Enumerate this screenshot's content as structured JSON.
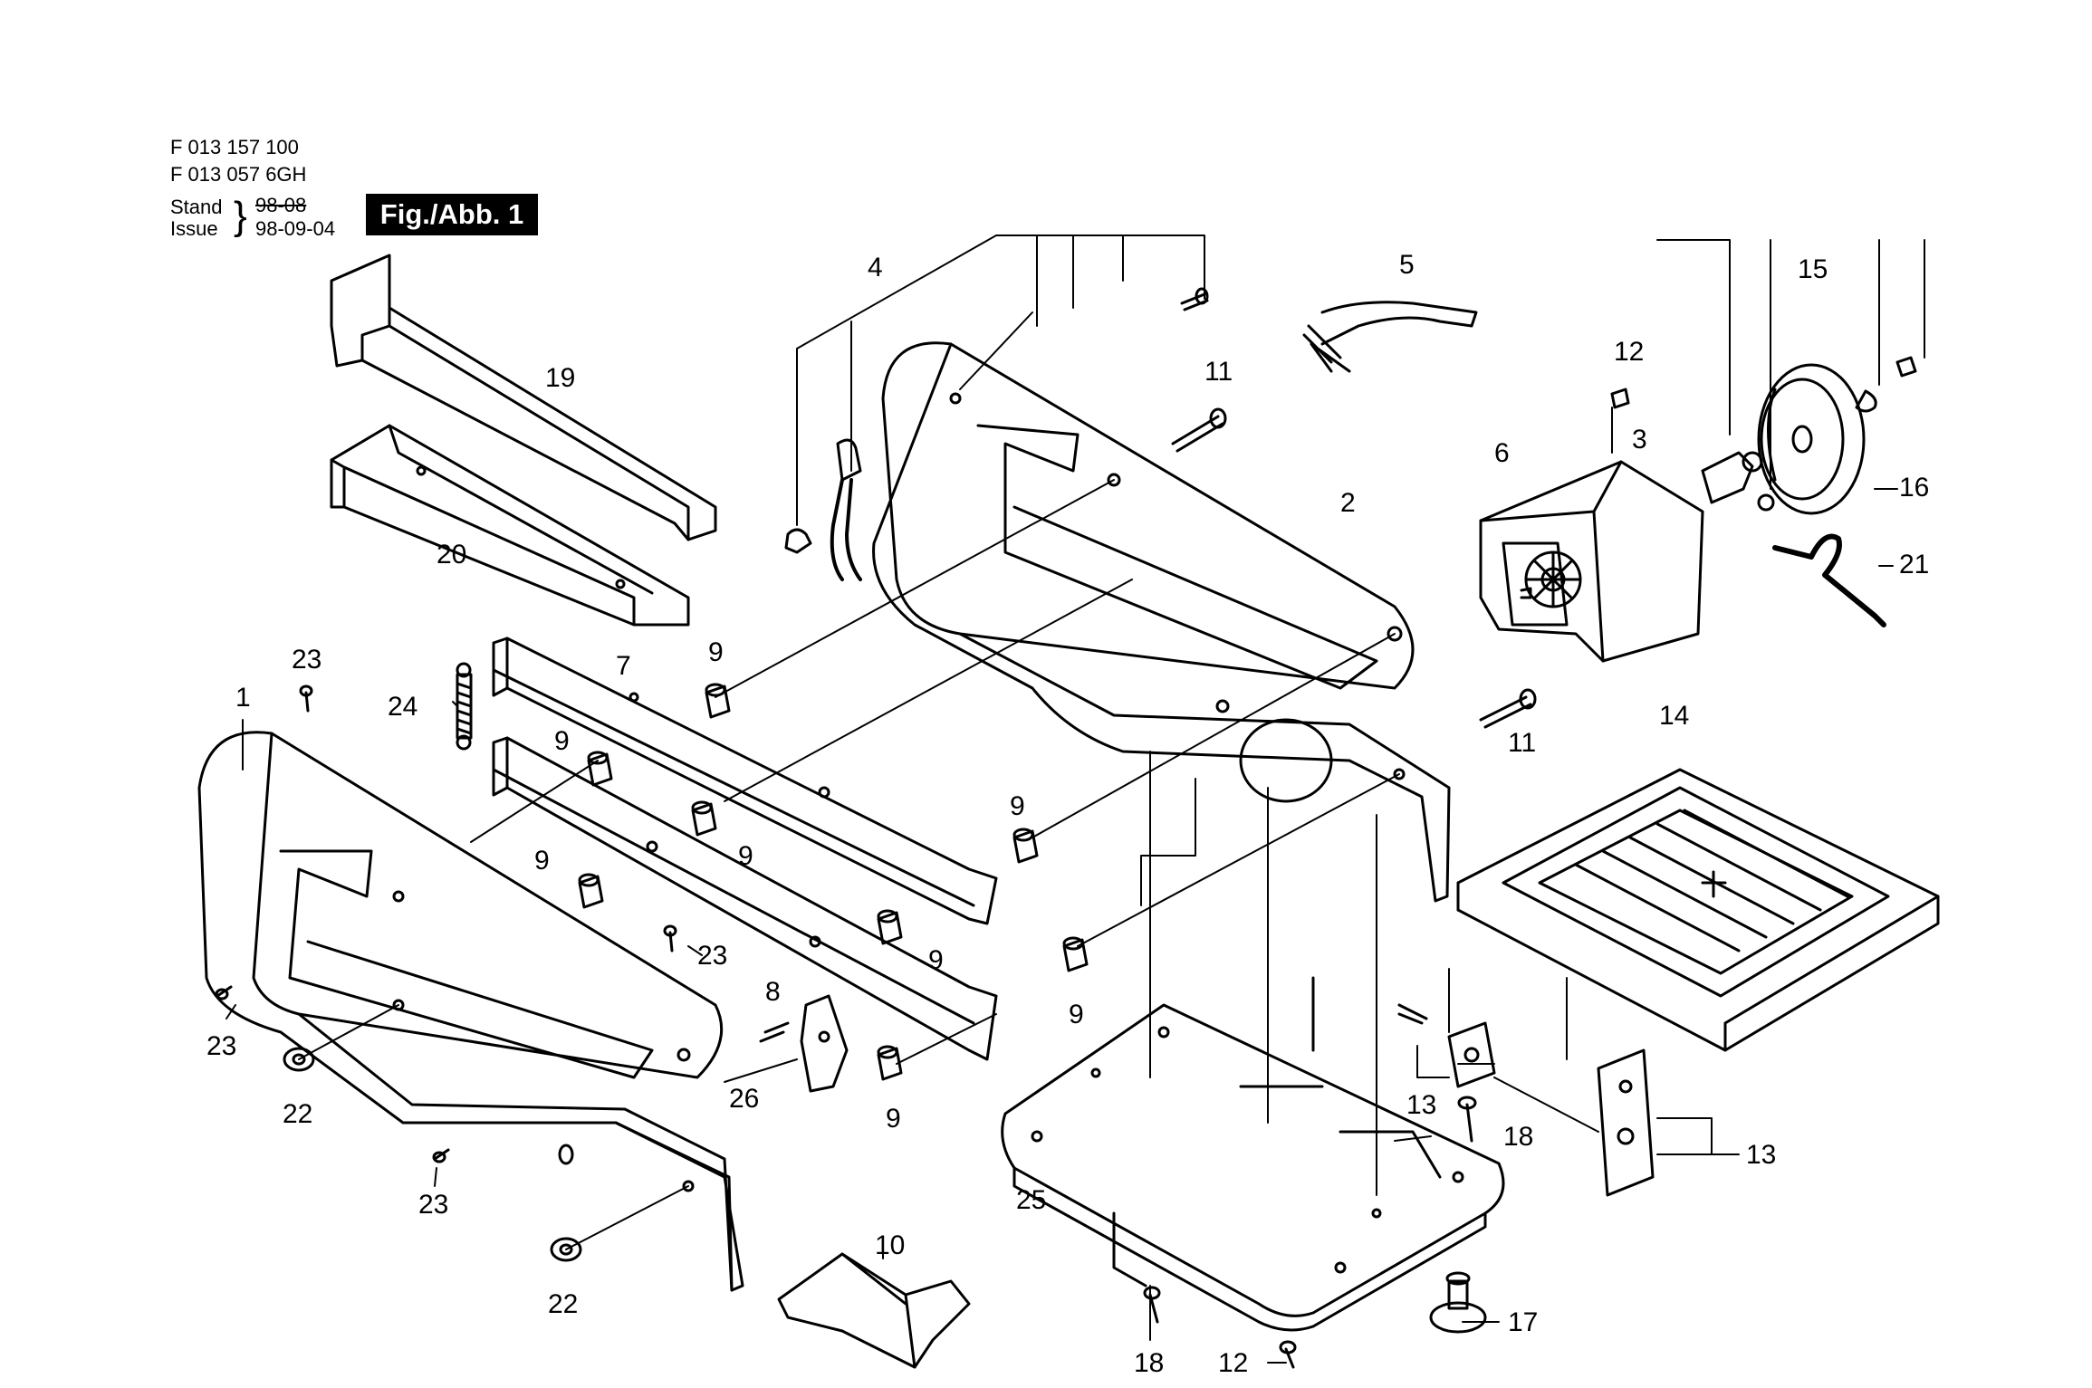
{
  "header": {
    "line1": "F 013 157 100",
    "line2": "F 013 057 6GH",
    "stand_label": "Stand",
    "issue_label": "Issue",
    "stand_date": "98-08",
    "issue_date": "98-09-04",
    "figure_badge": "Fig./Abb. 1"
  },
  "callouts": {
    "c1": "1",
    "c2": "2",
    "c3": "3",
    "c4": "4",
    "c5": "5",
    "c6": "6",
    "c7": "7",
    "c8": "8",
    "c9a": "9",
    "c9b": "9",
    "c9c": "9",
    "c9d": "9",
    "c9e": "9",
    "c9f": "9",
    "c9g": "9",
    "c9h": "9",
    "c10": "10",
    "c11a": "11",
    "c11b": "11",
    "c12a": "12",
    "c12b": "12",
    "c13a": "13",
    "c13b": "13",
    "c14": "14",
    "c15": "15",
    "c16": "16",
    "c17": "17",
    "c18a": "18",
    "c18b": "18",
    "c19": "19",
    "c20": "20",
    "c21": "21",
    "c22a": "22",
    "c22b": "22",
    "c23a": "23",
    "c23b": "23",
    "c23c": "23",
    "c23d": "23",
    "c24": "24",
    "c25": "25",
    "c26": "26"
  }
}
